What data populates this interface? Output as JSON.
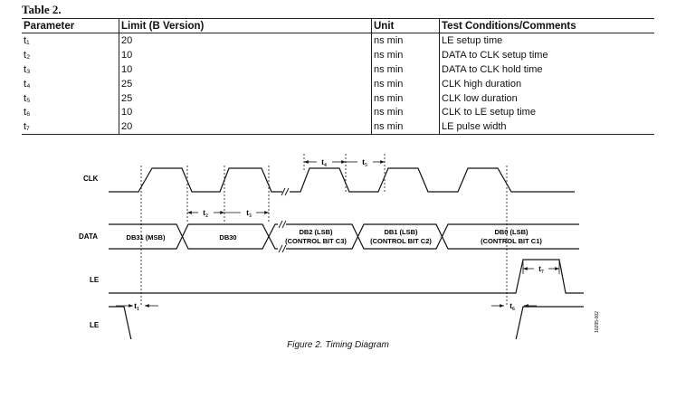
{
  "table": {
    "title": "Table 2.",
    "headers": [
      "Parameter",
      "Limit (B Version)",
      "Unit",
      "Test Conditions/Comments"
    ],
    "rows": [
      {
        "param": "t₁",
        "limit": "20",
        "unit": "ns min",
        "comment": "LE setup time"
      },
      {
        "param": "t₂",
        "limit": "10",
        "unit": "ns min",
        "comment": "DATA to CLK setup time"
      },
      {
        "param": "t₃",
        "limit": "10",
        "unit": "ns min",
        "comment": "DATA to CLK hold time"
      },
      {
        "param": "t₄",
        "limit": "25",
        "unit": "ns min",
        "comment": "CLK high duration"
      },
      {
        "param": "t₅",
        "limit": "25",
        "unit": "ns min",
        "comment": "CLK low duration"
      },
      {
        "param": "t₆",
        "limit": "10",
        "unit": "ns min",
        "comment": "CLK to LE setup time"
      },
      {
        "param": "t₇",
        "limit": "20",
        "unit": "ns min",
        "comment": "LE pulse width"
      }
    ]
  },
  "diagram": {
    "signals": {
      "clk": "CLK",
      "data": "DATA",
      "le1": "LE",
      "le2": "LE"
    },
    "bus": {
      "db31": "DB31 (MSB)",
      "db30": "DB30",
      "db2_line1": "DB2 (LSB)",
      "db2_line2": "(CONTROL BIT C3)",
      "db1_line1": "DB1 (LSB)",
      "db1_line2": "(CONTROL BIT C2)",
      "db0_line1": "DB0 (LSB)",
      "db0_line2": "(CONTROL BIT C1)"
    },
    "timing_labels": {
      "t1": "t₁",
      "t2": "t₂",
      "t3": "t₃",
      "t4": "t₄",
      "t5": "t₅",
      "t6": "t₆",
      "t7": "t₇"
    },
    "figure_code": "10295-002",
    "caption": "Figure 2. Timing Diagram"
  }
}
